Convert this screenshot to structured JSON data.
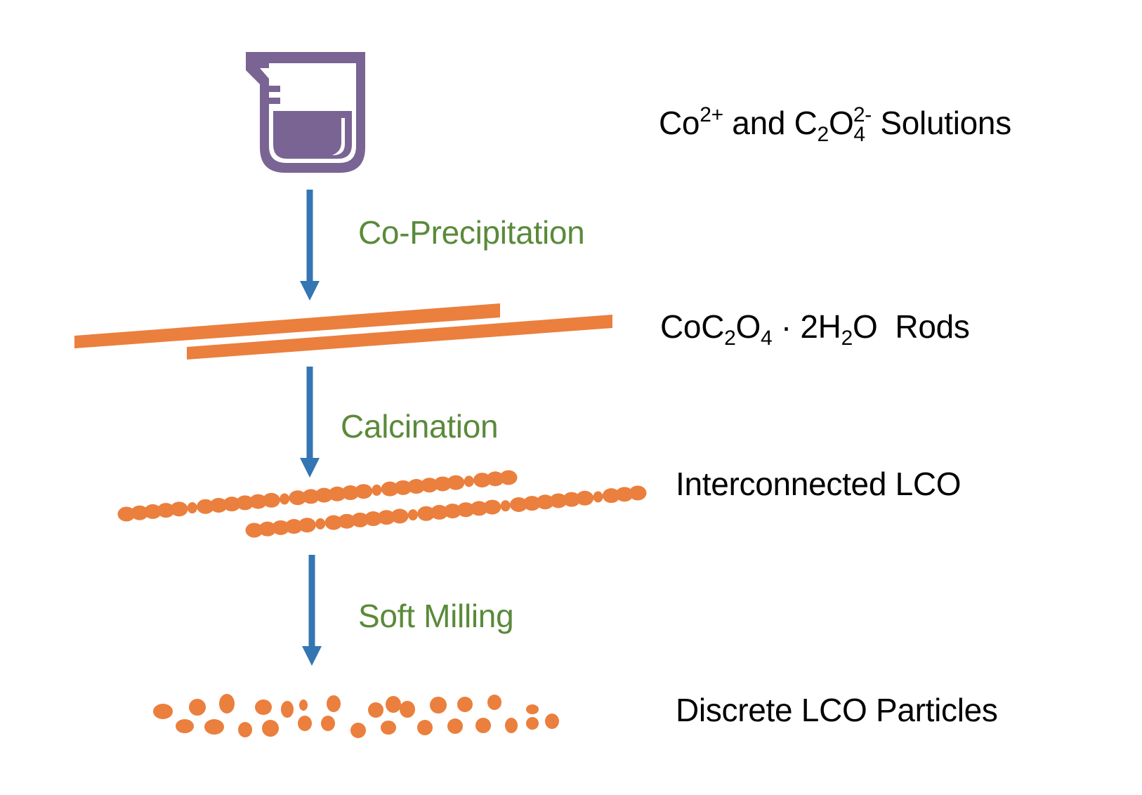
{
  "colors": {
    "beaker": "#7A6494",
    "arrow": "#3476B4",
    "step_text": "#5A8A3A",
    "material": "#EB7F3D",
    "label_text": "#000000"
  },
  "icons": {
    "start": "beaker-icon"
  },
  "stages": [
    {
      "id": "solutions",
      "label": {
        "p1": "Co",
        "sup1": "2+",
        "p2": " and C",
        "sub1": "2",
        "p3": "O",
        "sub2": "4",
        "sup2": "2-",
        "p4": " Solutions"
      }
    },
    {
      "id": "rods",
      "label": {
        "p1": "CoC",
        "sub1": "2",
        "p2": "O",
        "sub2": "4",
        "p3": " · 2H",
        "sub3": "2",
        "p4": "O  Rods"
      }
    },
    {
      "id": "interconnected",
      "label": {
        "p1": "Interconnected LCO"
      }
    },
    {
      "id": "discrete",
      "label": {
        "p1": "Discrete LCO Particles"
      }
    }
  ],
  "steps": [
    {
      "label": "Co-Precipitation"
    },
    {
      "label": "Calcination"
    },
    {
      "label": "Soft Milling"
    }
  ]
}
